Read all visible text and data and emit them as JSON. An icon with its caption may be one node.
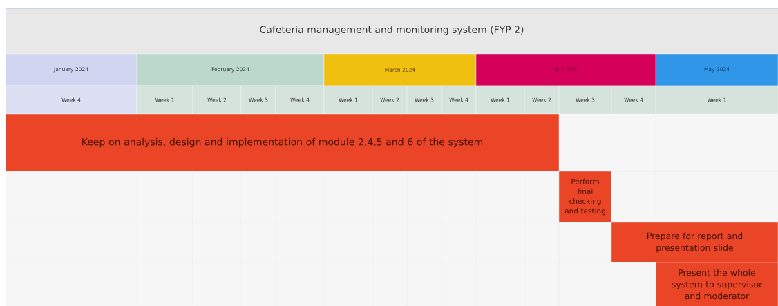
{
  "diagram": {
    "title": "Cafeteria management and monitoring system (FYP 2)",
    "nodes": [
      {
        "text": [
          "January 2024"
        ]
      },
      {
        "text": [
          "February 2024"
        ]
      },
      {
        "text": [
          "March 2024"
        ]
      },
      {
        "text": [
          "April 2024"
        ]
      },
      {
        "text": [
          "May 2024"
        ]
      },
      {
        "text": [
          "Week 4"
        ]
      },
      {
        "text": [
          "Week 1"
        ]
      },
      {
        "text": [
          "Week 2"
        ]
      },
      {
        "text": [
          "Week 3"
        ]
      },
      {
        "text": [
          "Week 4"
        ]
      },
      {
        "text": [
          "Week 1"
        ]
      },
      {
        "text": [
          "Week 2"
        ]
      },
      {
        "text": [
          "Week 3"
        ]
      },
      {
        "text": [
          "Week 4"
        ]
      },
      {
        "text": [
          "Week 1"
        ]
      },
      {
        "text": [
          "Week 2"
        ]
      },
      {
        "text": [
          "Week 3"
        ]
      },
      {
        "text": [
          "Week 4"
        ]
      },
      {
        "text": [
          "Week 1"
        ]
      },
      {
        "text": [
          "Keep on analysis, design and implementation of module 2,4,5 and 6 of the system"
        ]
      },
      {
        "text": [
          "Perform final checking and testing"
        ]
      },
      {
        "text": [
          "Prepare for report and presentation slide"
        ]
      },
      {
        "text": [
          "Present the whole system to supervisor and moderator"
        ]
      }
    ]
  }
}
